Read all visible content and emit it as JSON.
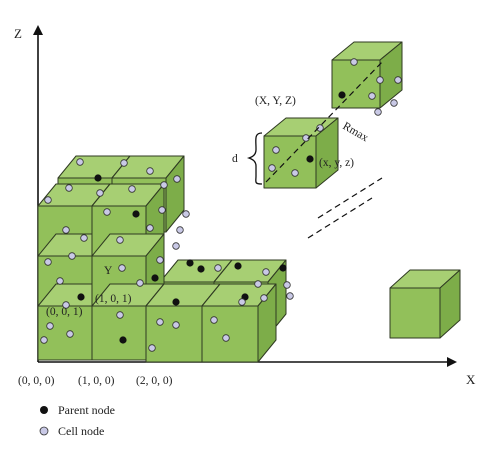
{
  "axes": {
    "z_label": "Z",
    "x_label": "X"
  },
  "coords": {
    "origin": "(0, 0, 0)",
    "x1": "(1, 0, 0)",
    "x2": "(2, 0, 0)",
    "cell_001": "(0, 0, 1)",
    "cell_101": "(1, 0, 1)",
    "y_label": "Y"
  },
  "annotations": {
    "big_xyz": "(X, Y, Z)",
    "small_xyz": "(x, y, z)",
    "rmax": "Rmax",
    "d": "d"
  },
  "legend": {
    "parent": "Parent node",
    "cell": "Cell node"
  },
  "colors": {
    "cube_front": "#92c05a",
    "cube_top": "#a7cf73",
    "cube_side": "#7dad49",
    "edge": "#2f3a22",
    "parent_dot": "#111111",
    "cell_dot": "#c9c9e6"
  }
}
